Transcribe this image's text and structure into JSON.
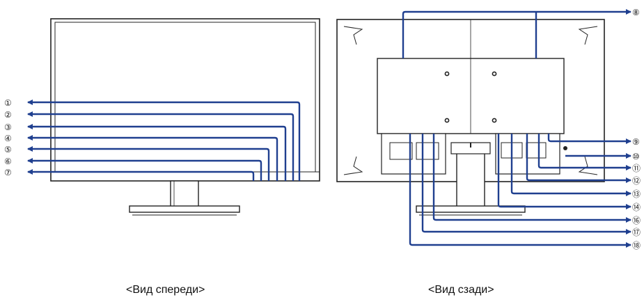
{
  "front": {
    "caption": "<Вид спереди>",
    "callouts": [
      "①",
      "②",
      "③",
      "④",
      "⑤",
      "⑥",
      "⑦"
    ]
  },
  "rear": {
    "caption": "<Вид сзади>",
    "callouts": [
      "⑧",
      "⑨",
      "⑩",
      "⑪",
      "⑫",
      "⑬",
      "⑭",
      "⑯",
      "⑰",
      "⑱"
    ]
  },
  "colors": {
    "callout_line": "#1f3f8f",
    "outline": "#222222",
    "fill": "#ffffff"
  }
}
